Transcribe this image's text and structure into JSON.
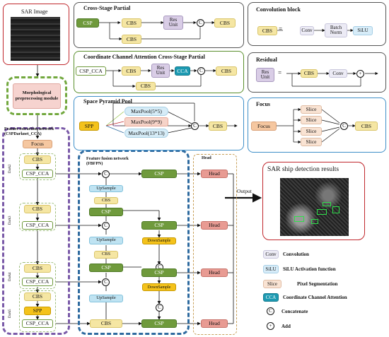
{
  "sar_input": {
    "title": "SAR Image"
  },
  "morph": {
    "line1": "Morphological",
    "line2": "preprocessing module"
  },
  "backbone": {
    "title_line1": "Feature extraction network",
    "title_line2": "(CSPDarknet_CCA)",
    "focus": "Focus",
    "cbs": "CBS",
    "csp_cca": "CSP_CCA",
    "spp": "SPP",
    "dark2": "Dark2",
    "dark3": "Dark3",
    "dark4": "Dark4",
    "dark5": "Dark5"
  },
  "neck": {
    "title_line1": "Feature fusion network",
    "title_line2": "(FBFPN)",
    "csp": "CSP",
    "cbs": "CBS",
    "upsample": "UpSample",
    "downsample": "DownSample"
  },
  "head": {
    "title": "Head",
    "label": "Head"
  },
  "output": {
    "label": "Output",
    "result_title": "SAR ship detection results"
  },
  "csp_panel": {
    "title": "Cross-Stage Partial",
    "csp": "CSP",
    "cbs": "CBS",
    "res_line1": "Res",
    "res_line2": "Unit"
  },
  "cca_panel": {
    "title": "Coordinate Channel Attention Cross-Stage Partial",
    "csp_cca": "CSP_CCA",
    "cbs": "CBS",
    "res_line1": "Res",
    "res_line2": "Unit",
    "cca": "CCA"
  },
  "spp_panel": {
    "title": "Space Pyramid Pool",
    "spp": "SPP",
    "mp1": "MaxPool(5*5)",
    "mp2": "MaxPool(9*9)",
    "mp3": "MaxPool(13*13)",
    "cbs": "CBS"
  },
  "conv_block": {
    "title": "Convolution block",
    "cbs": "CBS",
    "eq": "=",
    "conv": "Conv",
    "bn_line1": "Batch",
    "bn_line2": "Norm",
    "silu": "SiLU"
  },
  "residual": {
    "title": "Residual",
    "res_line1": "Res",
    "res_line2": "Unit",
    "eq": "=",
    "cbs": "CBS",
    "conv": "Conv",
    "plus": "+"
  },
  "focus_panel": {
    "title": "Focus",
    "focus": "Focus",
    "slice": "Slice",
    "cbs": "CBS"
  },
  "symbols": {
    "concat": "C",
    "add": "+"
  },
  "legend": [
    {
      "tag": "Conv",
      "text": "Convolution"
    },
    {
      "tag": "SiLU",
      "text": "SiLU Activation function"
    },
    {
      "tag": "Slice",
      "text": "Pixel Segmentation"
    },
    {
      "tag": "CCA",
      "text": "Coordinate Channel Attention"
    },
    {
      "tag": "C",
      "text": "Concatenate"
    },
    {
      "tag": "+",
      "text": "Add"
    }
  ]
}
